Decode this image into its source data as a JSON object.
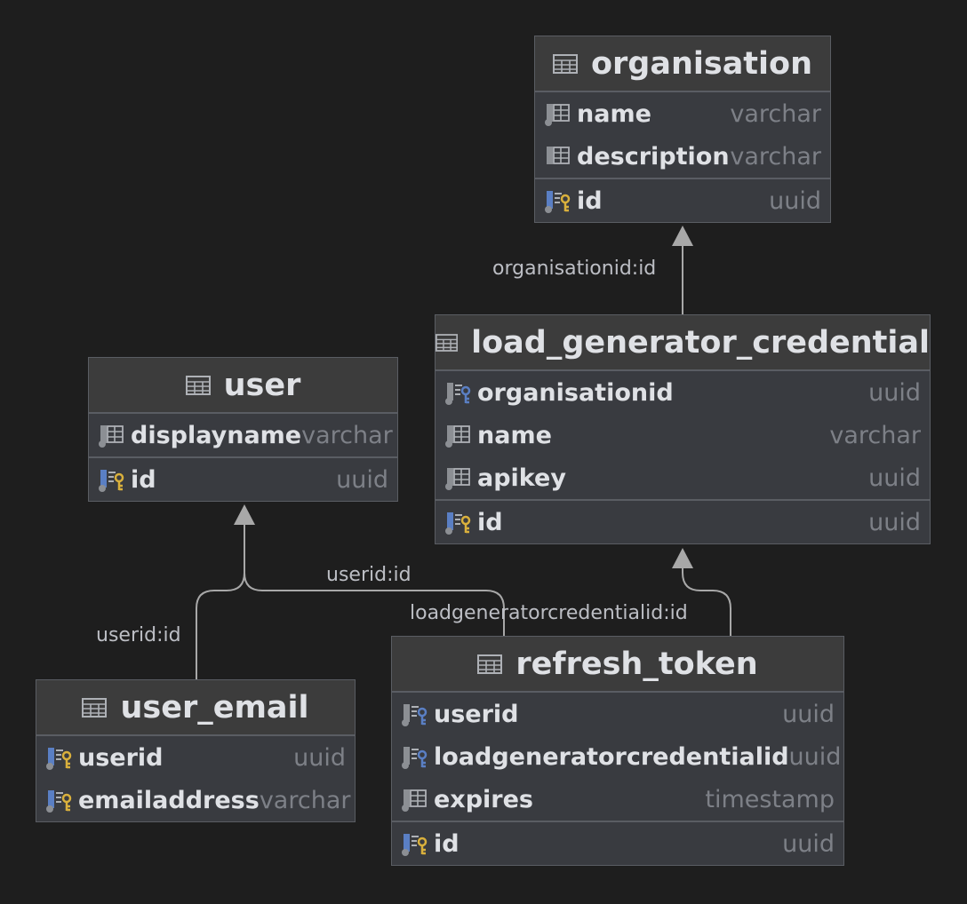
{
  "colors": {
    "background": "#1e1e1e",
    "table_body": "#393b40",
    "table_header": "#3c3c3c",
    "border": "#5a5d63",
    "text": "#dfe1e5",
    "type_text": "#7d8087",
    "edge": "#a8a8a8",
    "key_blue": "#5a7fc4",
    "key_gold": "#d9b03c"
  },
  "tables": {
    "organisation": {
      "name": "organisation",
      "columns": [
        {
          "name": "name",
          "type": "varchar",
          "icon": "column-icon"
        },
        {
          "name": "description",
          "type": "varchar",
          "icon": "column-icon"
        }
      ],
      "keys": [
        {
          "name": "id",
          "type": "uuid",
          "icon": "primary-key-icon"
        }
      ]
    },
    "load_generator_credential": {
      "name": "load_generator_credential",
      "columns": [
        {
          "name": "organisationid",
          "type": "uuid",
          "icon": "foreign-key-icon"
        },
        {
          "name": "name",
          "type": "varchar",
          "icon": "column-icon"
        },
        {
          "name": "apikey",
          "type": "uuid",
          "icon": "column-icon"
        }
      ],
      "keys": [
        {
          "name": "id",
          "type": "uuid",
          "icon": "primary-key-icon"
        }
      ]
    },
    "user": {
      "name": "user",
      "columns": [
        {
          "name": "displayname",
          "type": "varchar",
          "icon": "column-icon"
        }
      ],
      "keys": [
        {
          "name": "id",
          "type": "uuid",
          "icon": "primary-key-icon"
        }
      ]
    },
    "user_email": {
      "name": "user_email",
      "columns": [],
      "keys": [
        {
          "name": "userid",
          "type": "uuid",
          "icon": "primary-foreign-key-icon"
        },
        {
          "name": "emailaddress",
          "type": "varchar",
          "icon": "primary-key-icon"
        }
      ]
    },
    "refresh_token": {
      "name": "refresh_token",
      "columns": [
        {
          "name": "userid",
          "type": "uuid",
          "icon": "foreign-key-icon"
        },
        {
          "name": "loadgeneratorcredentialid",
          "type": "uuid",
          "icon": "foreign-key-icon"
        },
        {
          "name": "expires",
          "type": "timestamp",
          "icon": "column-icon"
        }
      ],
      "keys": [
        {
          "name": "id",
          "type": "uuid",
          "icon": "primary-key-icon"
        }
      ]
    }
  },
  "edges": [
    {
      "label": "organisationid:id",
      "from": "load_generator_credential",
      "to": "organisation"
    },
    {
      "label": "userid:id",
      "from": "refresh_token",
      "to": "user"
    },
    {
      "label": "loadgeneratorcredentialid:id",
      "from": "refresh_token",
      "to": "load_generator_credential"
    },
    {
      "label": "userid:id",
      "from": "user_email",
      "to": "user"
    }
  ]
}
